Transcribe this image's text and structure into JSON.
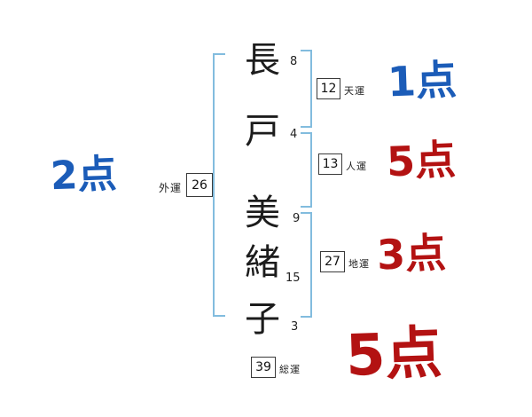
{
  "colors": {
    "blue_score": "#1b5cb8",
    "red_score": "#b31212",
    "bracket_blue": "#82bcde"
  },
  "name": {
    "chars": [
      {
        "char": "長",
        "strokes": "8"
      },
      {
        "char": "戸",
        "strokes": "4"
      },
      {
        "char": "美",
        "strokes": "9"
      },
      {
        "char": "緒",
        "strokes": "15"
      },
      {
        "char": "子",
        "strokes": "3"
      }
    ]
  },
  "fortunes": {
    "ten": {
      "label": "天運",
      "value": "12",
      "score": "1点"
    },
    "jin": {
      "label": "人運",
      "value": "13",
      "score": "5点"
    },
    "chi": {
      "label": "地運",
      "value": "27",
      "score": "3点"
    },
    "gai": {
      "label": "外運",
      "value": "26",
      "score": "2点"
    },
    "sou": {
      "label": "総運",
      "value": "39",
      "score": "5点"
    }
  }
}
